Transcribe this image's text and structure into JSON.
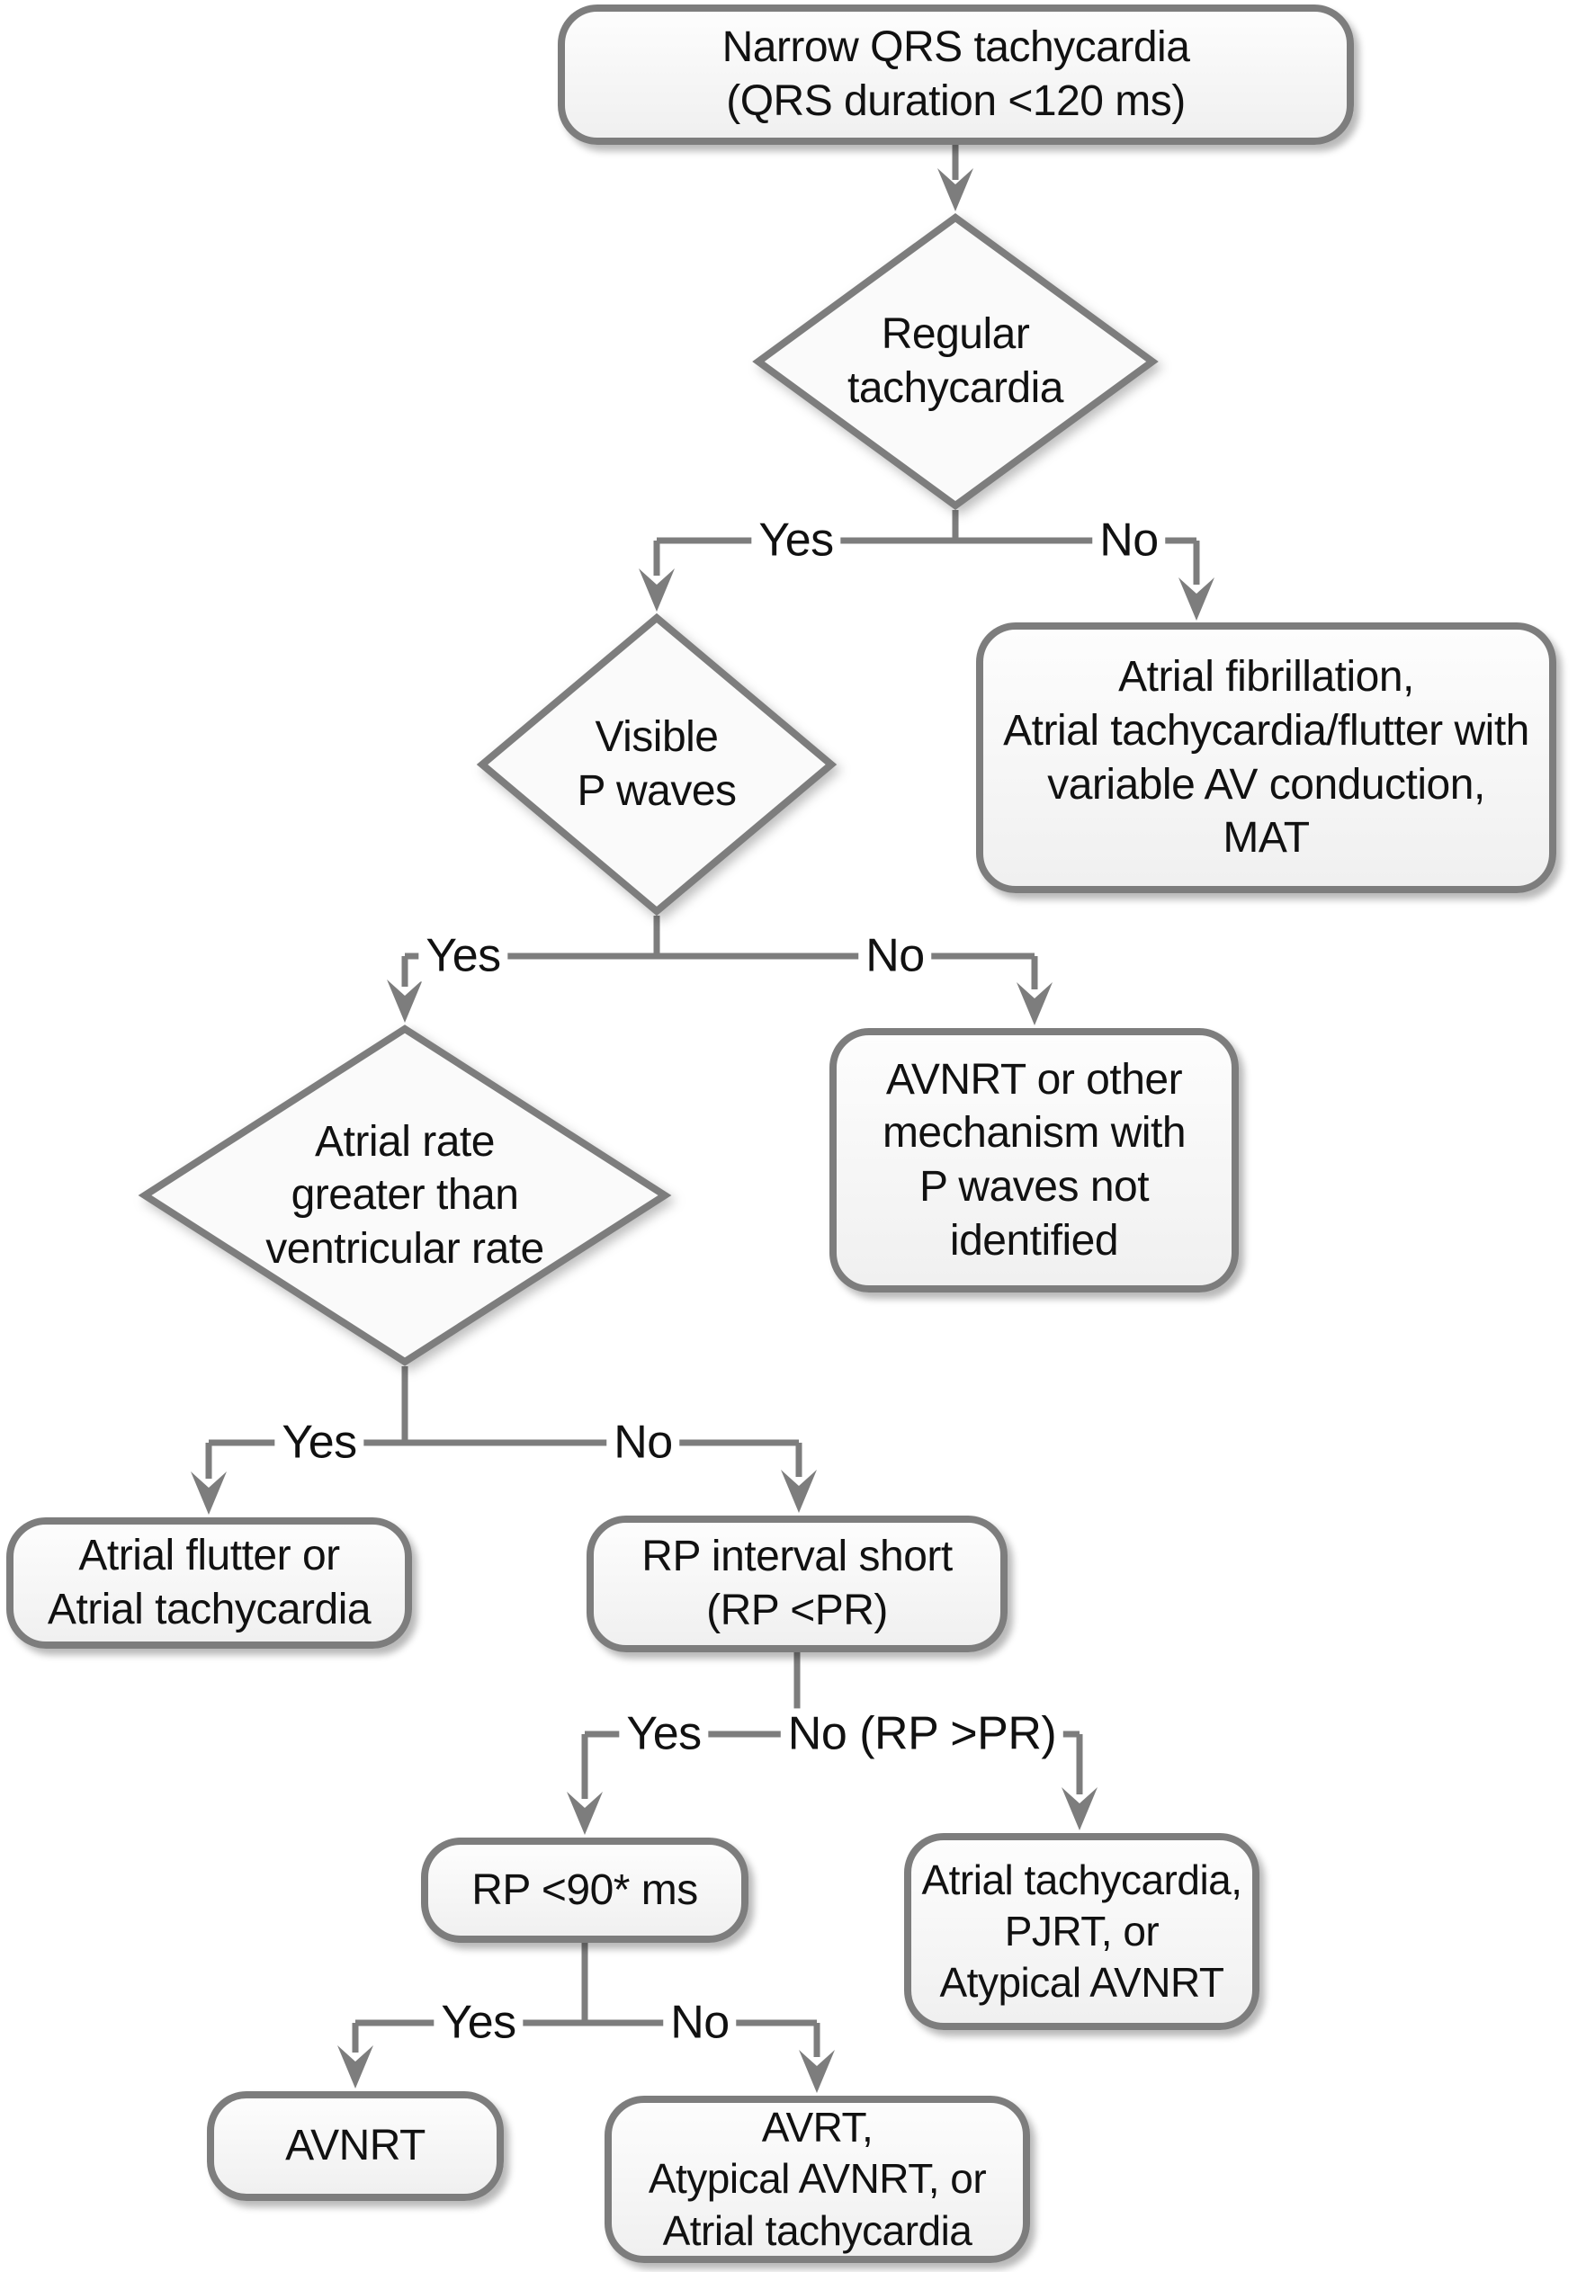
{
  "title": "Narrow QRS tachycardia diagnostic flowchart",
  "colors": {
    "line": "#7d7d7d",
    "ink": "#111111",
    "fill-top": "#fdfdfd",
    "fill-bottom": "#f0f0f0"
  },
  "nodes": {
    "start": {
      "text": "Narrow QRS tachycardia\n(QRS duration <120 ms)"
    },
    "regular": {
      "text": "Regular\ntachycardia"
    },
    "afib": {
      "text": "Atrial fibrillation,\nAtrial tachycardia/flutter with\nvariable AV conduction,\nMAT"
    },
    "pwaves": {
      "text": "Visible\nP waves"
    },
    "avnrt_unidentified": {
      "text": "AVNRT or other\nmechanism with\nP waves not\nidentified"
    },
    "atrial_rate": {
      "text": "Atrial rate\ngreater than\nventricular rate"
    },
    "flutter": {
      "text": "Atrial flutter or\nAtrial tachycardia"
    },
    "rp_short": {
      "text": "RP interval short\n(RP <PR)"
    },
    "rp90": {
      "text": "RP <90* ms"
    },
    "pjrt": {
      "text": "Atrial tachycardia,\nPJRT, or\nAtypical AVNRT"
    },
    "avnrt": {
      "text": "AVNRT"
    },
    "avrt": {
      "text": "AVRT,\nAtypical AVNRT, or\nAtrial tachycardia"
    }
  },
  "edge_labels": {
    "regular_yes": "Yes",
    "regular_no": "No",
    "pwaves_yes": "Yes",
    "pwaves_no": "No",
    "atrial_rate_yes": "Yes",
    "atrial_rate_no": "No",
    "rp_short_yes": "Yes",
    "rp_short_no": "No (RP >PR)",
    "rp90_yes": "Yes",
    "rp90_no": "No"
  }
}
